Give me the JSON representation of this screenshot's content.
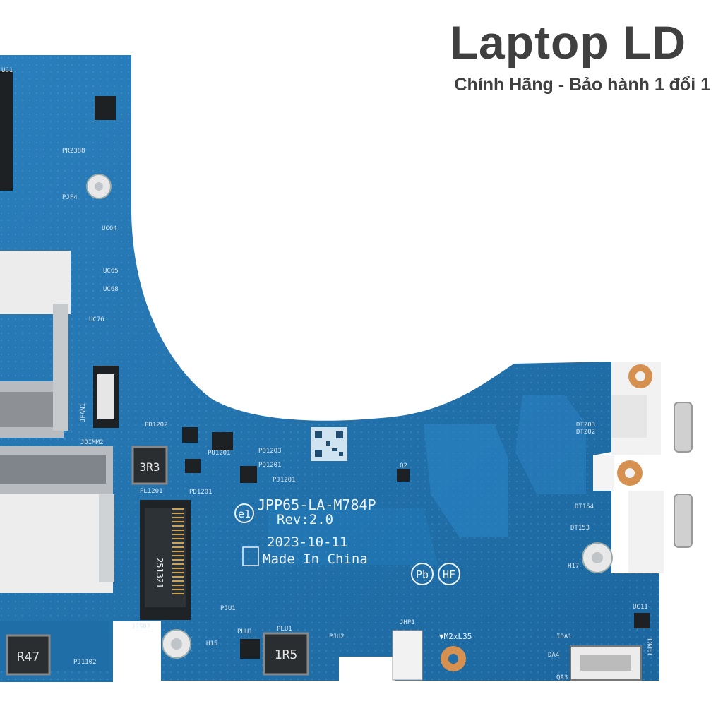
{
  "brand": {
    "title": "Laptop LD",
    "subtitle": "Chính Hãng - Bảo hành 1 đổi 1"
  },
  "board": {
    "model": "JPP65-LA-M784P",
    "revision": "Rev:2.0",
    "date": "2023-10-11",
    "origin": "Made In China",
    "marks": {
      "e1": "e1",
      "pb": "Pb",
      "hf": "HF"
    },
    "inductors": {
      "pl1201": "3R3",
      "pluu": "1R5",
      "left": "R47"
    },
    "screw_note": "▼M2xL35",
    "labels": {
      "pd1202": "PD1202",
      "pu1201": "PU1201",
      "pq1203": "PQ1203",
      "pq1201": "PQ1201",
      "pj1201": "PJ1201",
      "pd1201": "PD1201",
      "pl1201": "PL1201",
      "jssd2": "JSSD2",
      "jdimm2": "JDIMM2",
      "jfan1": "JFAN1",
      "pju1": "PJU1",
      "puu1": "PUU1",
      "plu1": "PLU1",
      "pju2": "PJU2",
      "jhp1": "JHP1",
      "h15": "H15",
      "h17": "H17",
      "uc11": "UC11",
      "jspk1": "JSPK1",
      "da4": "DA4",
      "qa3": "QA3",
      "ida1": "IDA1",
      "dt203": "DT203",
      "dt202": "DT202",
      "dt154": "DT154",
      "dt153": "DT153",
      "q2": "Q2",
      "uc64": "UC64",
      "uc65": "UC65",
      "uc68": "UC68",
      "uc76": "UC76",
      "pr2388": "PR2388",
      "pjf4": "PJF4",
      "pj1102": "PJ1102",
      "uc1": "UC1",
      "ssd_code": "251321"
    }
  },
  "colors": {
    "pcb": "#1f6ea8",
    "pcb_light": "#2b82bf",
    "silkscreen": "#eef4fa",
    "brand_text": "#404040"
  }
}
